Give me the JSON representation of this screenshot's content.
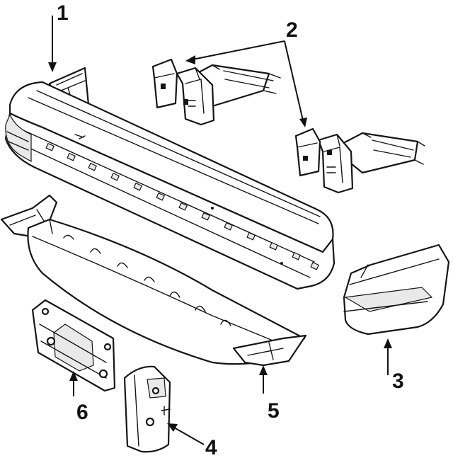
{
  "callouts": [
    {
      "id": "1",
      "label": "1"
    },
    {
      "id": "2",
      "label": "2"
    },
    {
      "id": "3",
      "label": "3"
    },
    {
      "id": "4",
      "label": "4"
    },
    {
      "id": "5",
      "label": "5"
    },
    {
      "id": "6",
      "label": "6"
    }
  ],
  "colors": {
    "ink": "#151515",
    "paper": "#ffffff",
    "shade": "#e9e9e9"
  }
}
